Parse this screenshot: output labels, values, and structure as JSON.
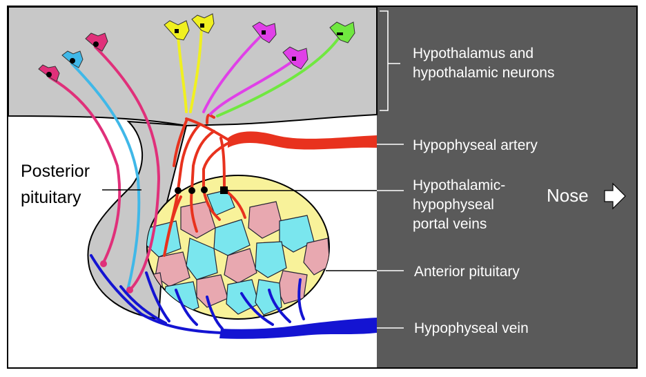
{
  "labels": {
    "hypothalamus_line1": "Hypothalamus and",
    "hypothalamus_line2": "hypothalamic neurons",
    "artery": "Hypophyseal artery",
    "portal_line1": "Hypothalamic-",
    "portal_line2": "hypophyseal",
    "portal_line3": "portal veins",
    "anterior": "Anterior pituitary",
    "vein": "Hypophyseal vein",
    "posterior_line1": "Posterior",
    "posterior_line2": "pituitary",
    "nose": "Nose"
  },
  "colors": {
    "panel": "#5a5a5a",
    "hypothalamus": "#c8c8c8",
    "artery": "#e8321e",
    "vein": "#1414d2",
    "cell_cyan": "#7ae6ee",
    "cell_yellow": "#f8f29a",
    "cell_pink": "#e8a8b0",
    "neuron_pink": "#e0307a",
    "neuron_blue": "#40b8e8",
    "neuron_yellow": "#f0f020",
    "neuron_magenta": "#e040e8",
    "neuron_green": "#70e840"
  }
}
